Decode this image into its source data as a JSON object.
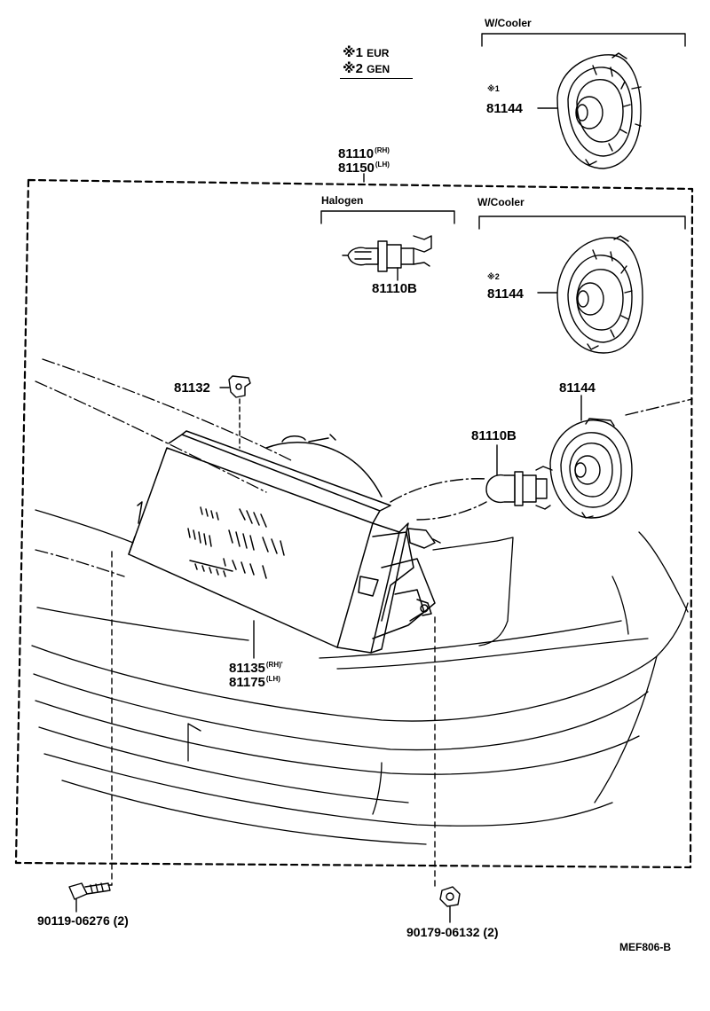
{
  "legend": [
    {
      "mark": "※1",
      "label": "EUR"
    },
    {
      "mark": "※2",
      "label": "GEN"
    }
  ],
  "groups": {
    "cooler_top": "W/Cooler",
    "cooler_mid": "W/Cooler",
    "halogen": "Halogen"
  },
  "parts": {
    "cooler_top_note": "※1",
    "cooler_top_part": "81144",
    "assembly_rh": "81110",
    "assembly_rh_side": "(RH)",
    "assembly_lh": "81150",
    "assembly_lh_side": "(LH)",
    "halogen_bulb": "81110B",
    "cooler_mid_note": "※2",
    "cooler_mid_part": "81144",
    "clip": "81132",
    "cooler_low_part": "81144",
    "bulb_low": "81110B",
    "unit_rh": "81135",
    "unit_rh_side": "(RH)'",
    "unit_lh": "81175",
    "unit_lh_side": "(LH)",
    "bolt": "90119-06276",
    "bolt_qty": "(2)",
    "nut": "90179-06132",
    "nut_qty": "(2)"
  },
  "diagram_code": "MEF806-B"
}
